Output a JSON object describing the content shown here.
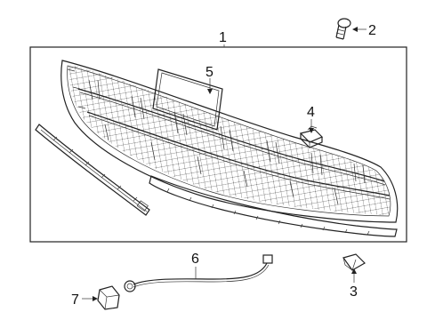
{
  "diagram": {
    "callouts": [
      {
        "id": "1",
        "label": "1"
      },
      {
        "id": "2",
        "label": "2"
      },
      {
        "id": "3",
        "label": "3"
      },
      {
        "id": "4",
        "label": "4"
      },
      {
        "id": "5",
        "label": "5"
      },
      {
        "id": "6",
        "label": "6"
      },
      {
        "id": "7",
        "label": "7"
      }
    ],
    "parts": [
      {
        "callout": "1",
        "name": "grille-assembly-icon"
      },
      {
        "callout": "2",
        "name": "screw-icon"
      },
      {
        "callout": "3",
        "name": "clip-icon"
      },
      {
        "callout": "4",
        "name": "retainer-nut-icon"
      },
      {
        "callout": "5",
        "name": "mesh-insert-icon"
      },
      {
        "callout": "6",
        "name": "wire-harness-icon"
      },
      {
        "callout": "7",
        "name": "sensor-icon"
      }
    ],
    "colors": {
      "line": "#222222",
      "background": "#ffffff"
    }
  }
}
